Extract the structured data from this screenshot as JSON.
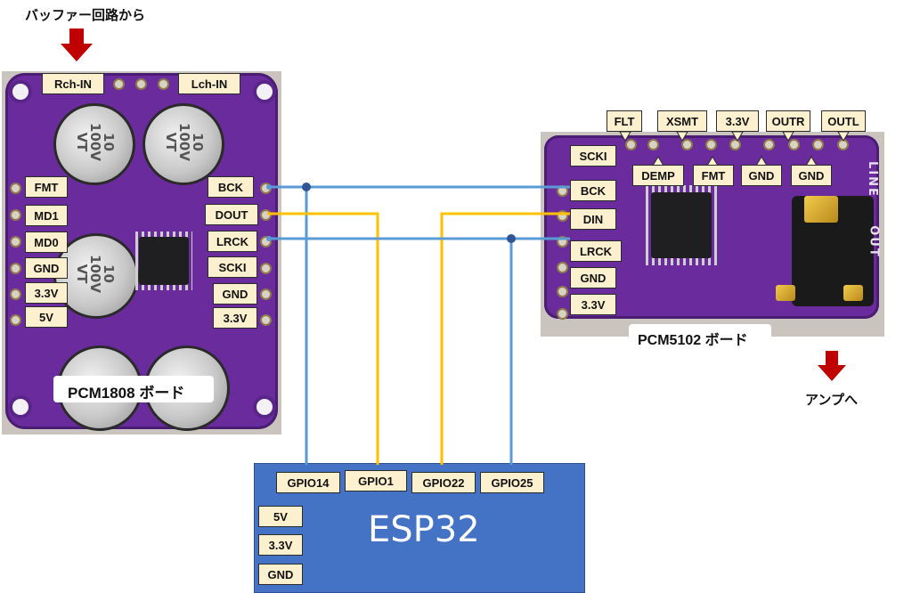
{
  "top_note": "バッファー回路から",
  "bottom_note": "アンプへ",
  "colors": {
    "blue_wire": "#5b9bd5",
    "orange_wire": "#ffc000",
    "esp_fill": "#4472c4",
    "arrow": "#c00000",
    "pcb": "#6a2c9c"
  },
  "pcm1808": {
    "caption": "PCM1808 ボード",
    "top_labels": {
      "rch": "Rch-IN",
      "lch": "Lch-IN"
    },
    "left_labels": [
      "FMT",
      "MD1",
      "MD0",
      "GND",
      "3.3V",
      "5V"
    ],
    "right_labels": [
      "BCK",
      "DOUT",
      "LRCK",
      "SCKI",
      "GND",
      "3.3V"
    ],
    "cap_marking": "10\n100V\nVT"
  },
  "pcm5102": {
    "caption": "PCM5102 ボード",
    "top_labels": [
      "FLT",
      "XSMT",
      "3.3V",
      "OUTR",
      "OUTL"
    ],
    "mid_labels": [
      "DEMP",
      "FMT",
      "GND",
      "GND"
    ],
    "left_labels": [
      "SCKI",
      "BCK",
      "DIN",
      "LRCK",
      "GND",
      "3.3V"
    ],
    "silk": {
      "line": "LINE",
      "out": "OUT"
    }
  },
  "esp32": {
    "title": "ESP32",
    "gpio_labels": [
      "GPIO14",
      "GPIO1",
      "GPIO22",
      "GPIO25"
    ],
    "power_labels": [
      "5V",
      "3.3V",
      "GND"
    ]
  },
  "connections": [
    {
      "from": "PCM1808 BCK",
      "to": "PCM5102 BCK",
      "esp": "GPIO14",
      "color": "blue"
    },
    {
      "from": "PCM1808 DOUT",
      "to": "ESP32 GPIO1",
      "color": "orange"
    },
    {
      "from": "ESP32 GPIO22",
      "to": "PCM5102 DIN",
      "color": "orange"
    },
    {
      "from": "PCM1808 LRCK",
      "to": "PCM5102 LRCK",
      "esp": "GPIO25",
      "color": "blue"
    }
  ]
}
